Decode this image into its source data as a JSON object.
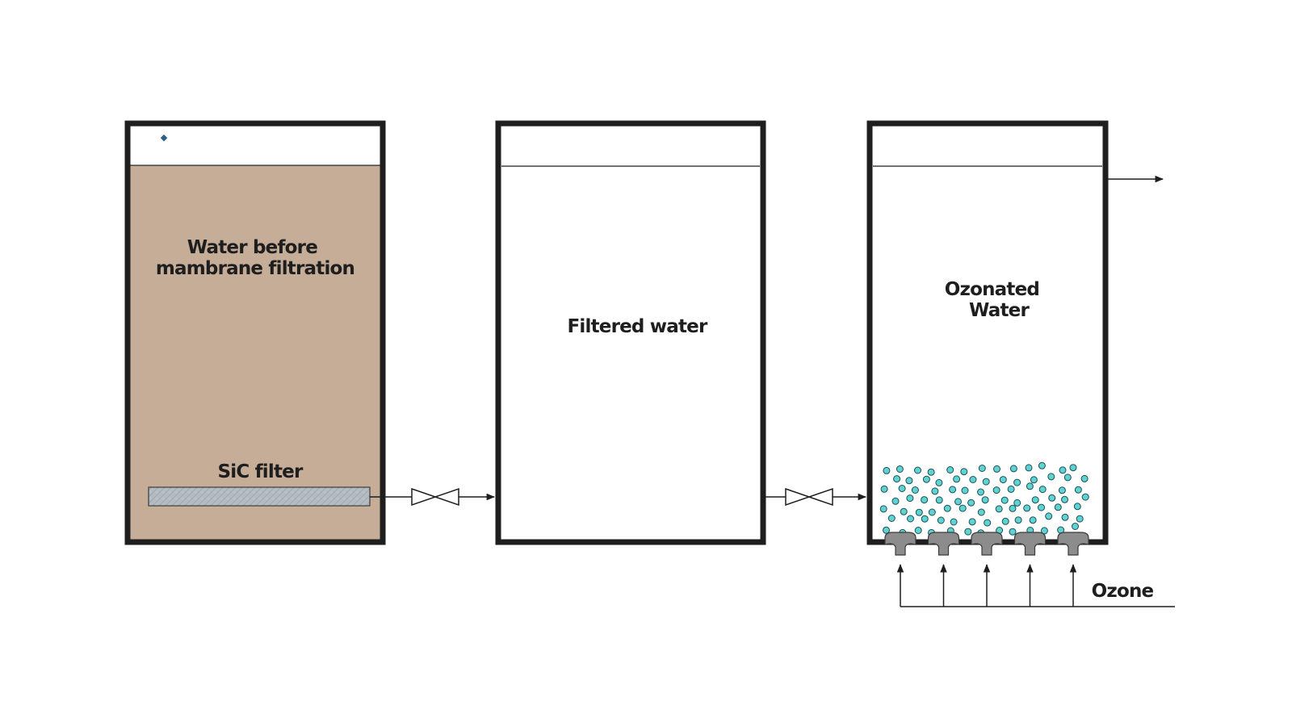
{
  "diagram": {
    "title": "Membrane filtration and ozonation process",
    "tanks": [
      {
        "id": "feed-tank",
        "label_lines": [
          "Water before",
          "mambrane filtration"
        ],
        "fill_color": "#c5ad97",
        "has_level_indicator": true,
        "level_indicator_color": "#2e5a8c"
      },
      {
        "id": "filtered-tank",
        "label_lines": [
          "Filtered water"
        ],
        "fill_color": "#ffffff"
      },
      {
        "id": "ozonation-tank",
        "label_lines": [
          "Ozonated",
          "Water"
        ],
        "fill_color": "#ffffff",
        "bubble_color": "#5fd3d3",
        "diffuser_count": 5,
        "diffuser_color": "#8c8c8c"
      }
    ],
    "filter": {
      "label": "SiC filter",
      "color": "#b4bcc2"
    },
    "valves": [
      {
        "id": "valve-1",
        "from": "feed-tank",
        "to": "filtered-tank"
      },
      {
        "id": "valve-2",
        "from": "filtered-tank",
        "to": "ozonation-tank"
      }
    ],
    "ozone_inlet": {
      "label": "Ozone"
    },
    "outlet": {
      "label": ""
    },
    "colors": {
      "tank_border": "#1e1e1e",
      "line": "#1e1e1e"
    }
  }
}
